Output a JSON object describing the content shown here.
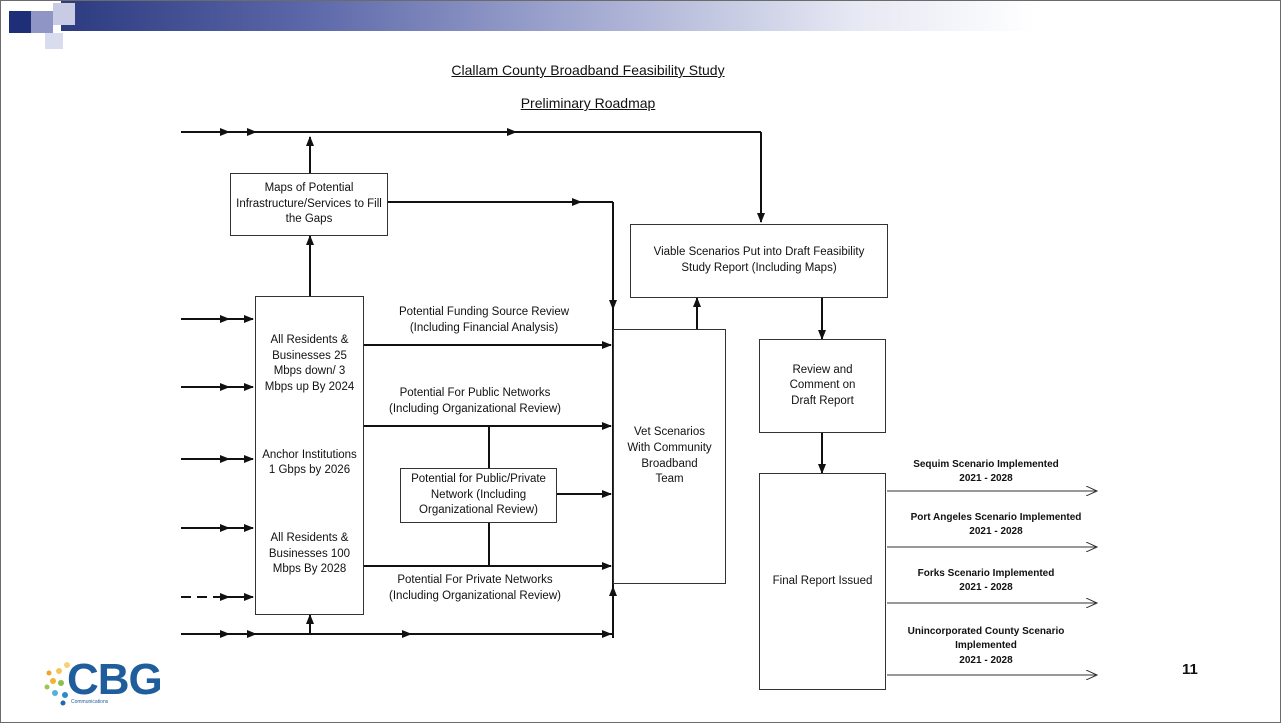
{
  "header": {
    "title": "Clallam County Broadband Feasibility Study",
    "subtitle": "Preliminary Roadmap"
  },
  "boxes": {
    "maps": "Maps of Potential Infrastructure/Services to Fill the Gaps",
    "goals_1": "All Residents & Businesses 25 Mbps down/ 3 Mbps up By 2024",
    "goals_2": "Anchor Institutions 1 Gbps by 2026",
    "goals_3": "All Residents & Businesses 100 Mbps By 2028",
    "public_private": "Potential for Public/Private Network (Including Organizational Review)",
    "vet": "Vet Scenarios With Community Broadband Team",
    "viable": "Viable Scenarios Put into Draft Feasibility Study Report (Including Maps)",
    "review": "Review and Comment on Draft Report",
    "final": "Final Report Issued"
  },
  "labels": {
    "funding_1": "Potential Funding Source Review",
    "funding_2": "(Including Financial Analysis)",
    "public_1": "Potential For Public Networks",
    "public_2": "(Including Organizational Review)",
    "private_1": "Potential For Private Networks",
    "private_2": "(Including Organizational Review)"
  },
  "scenarios": [
    {
      "name": "Sequim Scenario Implemented",
      "years": "2021 - 2028"
    },
    {
      "name": "Port Angeles Scenario Implemented",
      "years": "2021 - 2028"
    },
    {
      "name": "Forks Scenario Implemented",
      "years": "2021 - 2028"
    },
    {
      "name": "Unincorporated County Scenario Implemented",
      "years": "2021 - 2028"
    }
  ],
  "footer": {
    "logo_text": "CBG",
    "logo_sub": "Communications",
    "page_number": "11"
  }
}
